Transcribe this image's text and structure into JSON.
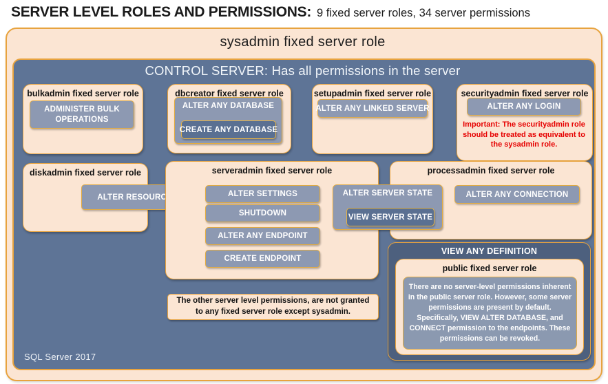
{
  "header": {
    "title": "SERVER LEVEL ROLES AND PERMISSIONS:",
    "subtitle": "9 fixed server roles, 34 server permissions"
  },
  "sysadmin_label": "sysadmin fixed server role",
  "control_server_label": "CONTROL SERVER: Has all permissions in the server",
  "footer_label": "SQL Server 2017",
  "note": "The other server level permissions, are not granted to any fixed server role except sysadmin.",
  "roles": {
    "bulkadmin": {
      "title": "bulkadmin fixed server role",
      "permission": "ADMINISTER BULK OPERATIONS"
    },
    "dbcreator": {
      "title": "dbcreator fixed server role",
      "permission_outer": "ALTER ANY DATABASE",
      "permission_inner": "CREATE ANY DATABASE"
    },
    "setupadmin": {
      "title": "setupadmin fixed server role",
      "permission": "ALTER ANY LINKED SERVER"
    },
    "securityadmin": {
      "title": "securityadmin fixed server role",
      "permission": "ALTER ANY LOGIN",
      "warning": "Important: The securityadmin role should be treated as equivalent to the sysadmin role."
    },
    "diskadmin": {
      "title": "diskadmin fixed server role",
      "permission": "ALTER RESOURCES"
    },
    "serveradmin": {
      "title": "serveradmin fixed server role",
      "permissions": [
        "ALTER SETTINGS",
        "SHUTDOWN",
        "ALTER ANY ENDPOINT",
        "CREATE ENDPOINT"
      ],
      "state_outer": "ALTER SERVER STATE",
      "state_inner": "VIEW SERVER STATE"
    },
    "processadmin": {
      "title": "processadmin fixed server role",
      "permission": "ALTER ANY CONNECTION"
    },
    "public": {
      "banner": "VIEW ANY DEFINITION",
      "title": "public fixed server role",
      "description": "There are no server-level permissions inherent in the public server role. However, some server permissions are present by default. Specifically, VIEW ALTER DATABASE, and CONNECT permission to the endpoints. These permissions can be revoked."
    }
  },
  "colors": {
    "peach": "#fbe5d3",
    "gold_border": "#e8a33e",
    "slate_blue": "#5e7496",
    "permission_blue": "#8d99b2",
    "permission_dark_blue": "#5a7092",
    "dark_panel_blue": "#4d607e",
    "warning_red": "#e60000"
  }
}
